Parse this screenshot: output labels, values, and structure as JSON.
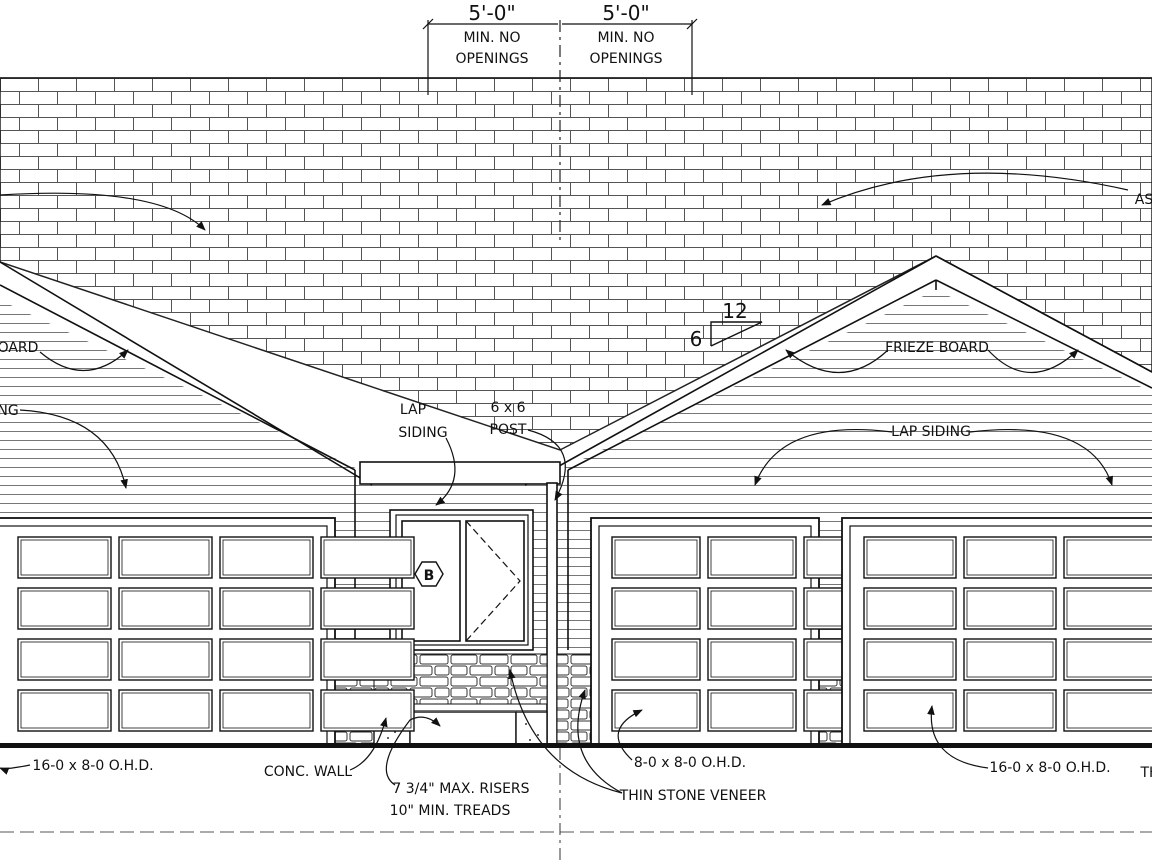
{
  "dimensions": [
    {
      "value": "5'-0\"",
      "note_line1": "MIN. NO",
      "note_line2": "OPENINGS"
    },
    {
      "value": "5'-0\"",
      "note_line1": "MIN. NO",
      "note_line2": "OPENINGS"
    }
  ],
  "slope": {
    "rise": "6",
    "run": "12"
  },
  "door_tag": "B",
  "labels": {
    "asphalt_partial": "AS",
    "frieze_left_partial": "OARD",
    "siding_left_partial": "NG",
    "lap_siding_center_1": "LAP",
    "lap_siding_center_2": "SIDING",
    "post_1": "6 x 6",
    "post_2": "POST",
    "frieze_right": "FRIEZE BOARD",
    "lap_siding_right": "LAP SIDING",
    "ohd_left": "16-0 x 8-0 O.H.D.",
    "conc_wall": "CONC. WALL",
    "risers": "7 3/4\" MAX. RISERS",
    "treads": "10\" MIN. TREADS",
    "ohd_center": "8-0 x 8-0 O.H.D.",
    "thin_stone": "THIN STONE VENEER",
    "ohd_right": "16-0 x 8-0 O.H.D.",
    "th_partial": "TH"
  }
}
